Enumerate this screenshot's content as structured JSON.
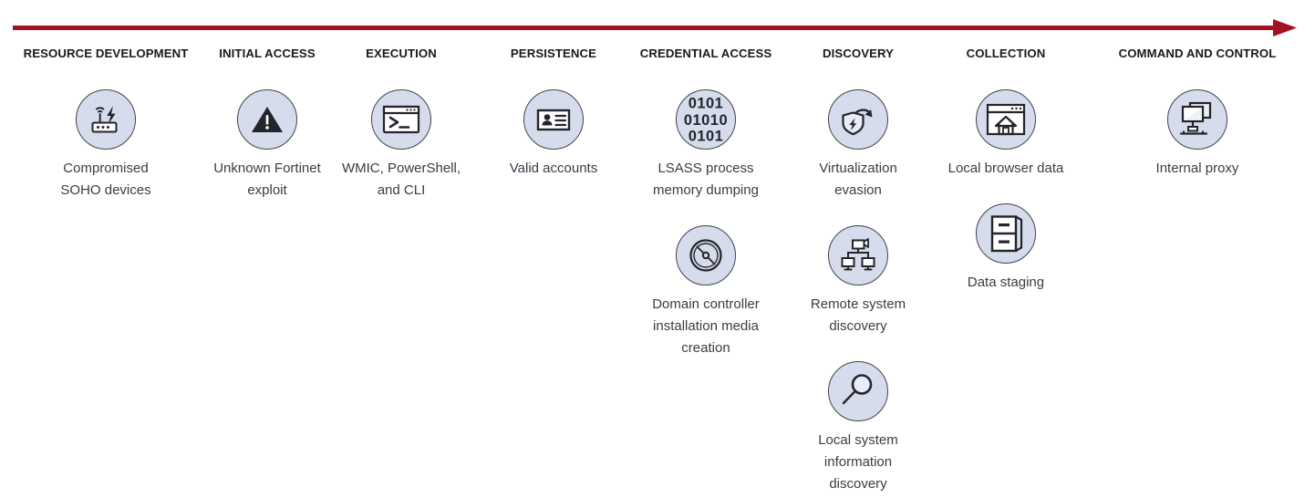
{
  "diagram": {
    "title_row_accent_color": "#A61120",
    "icon_circle_fill": "#D6DCEC",
    "icon_circle_stroke": "#3F444C",
    "label_color": "#3B3B46",
    "arrow": {
      "name": "timeline-arrow",
      "direction": "left-to-right"
    },
    "columns": [
      {
        "title": "RESOURCE DEVELOPMENT",
        "cards": [
          {
            "icon": "router-wifi-bolt-icon",
            "label": "Compromised\nSOHO devices"
          }
        ]
      },
      {
        "title": "INITIAL ACCESS",
        "cards": [
          {
            "icon": "warning-triangle-icon",
            "label": "Unknown Fortinet\nexploit"
          }
        ]
      },
      {
        "title": "EXECUTION",
        "cards": [
          {
            "icon": "terminal-window-icon",
            "label": "WMIC, PowerShell,\nand CLI"
          }
        ]
      },
      {
        "title": "PERSISTENCE",
        "cards": [
          {
            "icon": "id-card-icon",
            "label": "Valid accounts"
          }
        ]
      },
      {
        "title": "CREDENTIAL ACCESS",
        "cards": [
          {
            "icon": "binary-digits-icon",
            "label": "LSASS process\nmemory dumping"
          },
          {
            "icon": "optical-disc-icon",
            "label": "Domain controller\ninstallation media\ncreation"
          }
        ]
      },
      {
        "title": "DISCOVERY",
        "cards": [
          {
            "icon": "shield-bolt-arrow-icon",
            "label": "Virtualization\nevasion"
          },
          {
            "icon": "network-nodes-icon",
            "label": "Remote system\ndiscovery"
          },
          {
            "icon": "magnifier-icon",
            "label": "Local system\ninformation\ndiscovery"
          }
        ]
      },
      {
        "title": "COLLECTION",
        "cards": [
          {
            "icon": "browser-home-icon",
            "label": "Local browser data"
          },
          {
            "icon": "file-cabinet-icon",
            "label": "Data staging"
          }
        ]
      },
      {
        "title": "COMMAND AND CONTROL",
        "cards": [
          {
            "icon": "monitors-network-icon",
            "label": "Internal proxy"
          }
        ]
      }
    ]
  }
}
